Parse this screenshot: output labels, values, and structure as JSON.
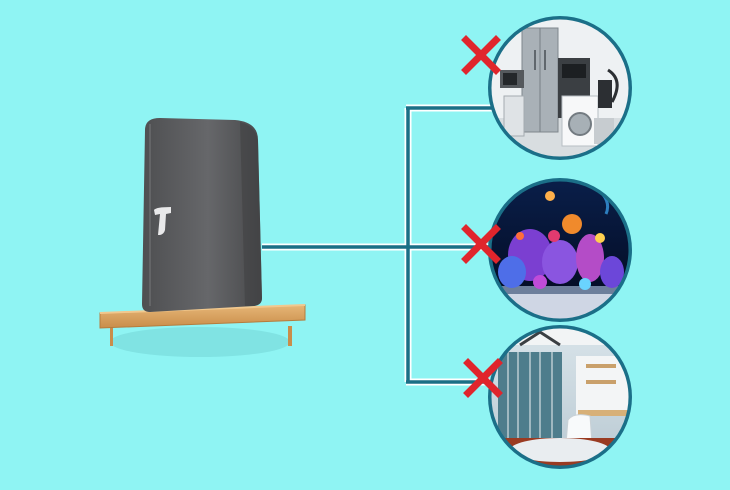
{
  "diagram": {
    "background_color": "#8ff4f3",
    "connector_color": "#1a6f86",
    "connector_highlight_color": "#ffffff",
    "cross_color": "#e0252c",
    "router": {
      "icon": "router-icon",
      "logo_glyph": "T",
      "body_color": "#5d5e60"
    },
    "shelf": {
      "icon": "wooden-shelf-icon",
      "wood_color": "#d9a463"
    },
    "targets": [
      {
        "id": "appliances",
        "icon": "home-appliances-icon",
        "status": "blocked",
        "status_icon": "cross-icon"
      },
      {
        "id": "aquarium",
        "icon": "aquarium-icon",
        "status": "blocked",
        "status_icon": "cross-icon"
      },
      {
        "id": "window-wall",
        "icon": "glass-window-room-icon",
        "status": "blocked",
        "status_icon": "cross-icon"
      }
    ]
  }
}
